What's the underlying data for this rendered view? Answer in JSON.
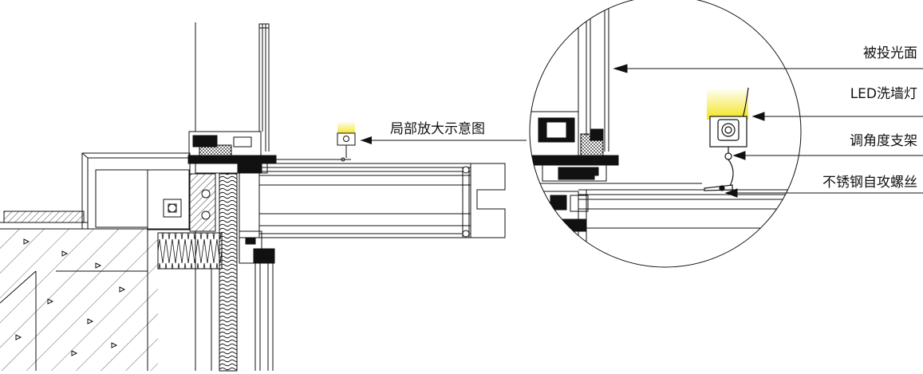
{
  "labels": {
    "detail_callout": "局部放大示意图",
    "lit_surface": "被投光面",
    "led_wall_washer": "LED洗墙灯",
    "angle_bracket": "调角度支架",
    "stainless_screw": "不锈钢自攻螺丝"
  },
  "colors": {
    "line": "#111111",
    "light_glow": "#f3e41a",
    "background": "#ffffff"
  }
}
